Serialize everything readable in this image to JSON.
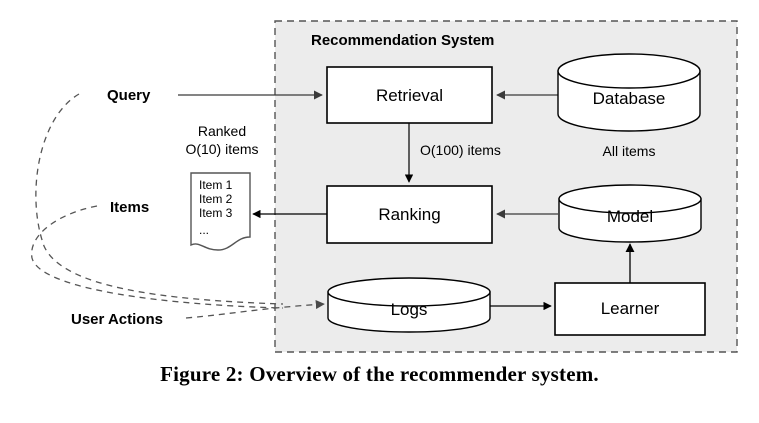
{
  "figure": {
    "caption": "Figure 2:  Overview of the recommender system.",
    "container": {
      "title": "Recommendation System",
      "fill_color": "#ececec",
      "border_color": "#555555",
      "border_style": "dashed"
    },
    "nodes": [
      {
        "id": "retrieval",
        "label": "Retrieval",
        "shape": "rect"
      },
      {
        "id": "ranking",
        "label": "Ranking",
        "shape": "rect"
      },
      {
        "id": "learner",
        "label": "Learner",
        "shape": "rect"
      },
      {
        "id": "database",
        "label": "Database",
        "shape": "cylinder"
      },
      {
        "id": "model",
        "label": "Model",
        "shape": "cylinder"
      },
      {
        "id": "logs",
        "label": "Logs",
        "shape": "cylinder"
      },
      {
        "id": "items-doc",
        "label": "Items document",
        "shape": "document"
      }
    ],
    "io_labels": [
      {
        "id": "query",
        "label": "Query"
      },
      {
        "id": "items",
        "label": "Items"
      },
      {
        "id": "user-actions",
        "label": "User Actions"
      }
    ],
    "annotations": [
      {
        "id": "ranked-items-line1",
        "text": "Ranked"
      },
      {
        "id": "ranked-items-line2",
        "text": "O(10) items"
      },
      {
        "id": "hundred-items",
        "text": "O(100) items"
      },
      {
        "id": "all-items",
        "text": "All items"
      }
    ],
    "items_document": {
      "lines": [
        "Item 1",
        "Item 2",
        "Item 3",
        "..."
      ]
    },
    "edges": [
      {
        "id": "query-to-retrieval",
        "from": "query",
        "to": "retrieval",
        "style": "solid"
      },
      {
        "id": "database-to-retrieval",
        "from": "database",
        "to": "retrieval",
        "style": "solid"
      },
      {
        "id": "retrieval-to-ranking",
        "from": "retrieval",
        "to": "ranking",
        "style": "solid",
        "label": "O(100) items"
      },
      {
        "id": "model-to-ranking",
        "from": "model",
        "to": "ranking",
        "style": "solid"
      },
      {
        "id": "ranking-to-items",
        "from": "ranking",
        "to": "items-doc",
        "style": "solid"
      },
      {
        "id": "logs-to-learner",
        "from": "logs",
        "to": "learner",
        "style": "solid"
      },
      {
        "id": "learner-to-model",
        "from": "learner",
        "to": "model",
        "style": "solid"
      },
      {
        "id": "user-actions-to-logs",
        "from": "user-actions",
        "to": "logs",
        "style": "dashed"
      },
      {
        "id": "query-feedback-loop",
        "from": "query",
        "to": "logs",
        "style": "dashed"
      },
      {
        "id": "items-feedback-loop",
        "from": "items",
        "to": "logs",
        "style": "dashed"
      }
    ]
  }
}
